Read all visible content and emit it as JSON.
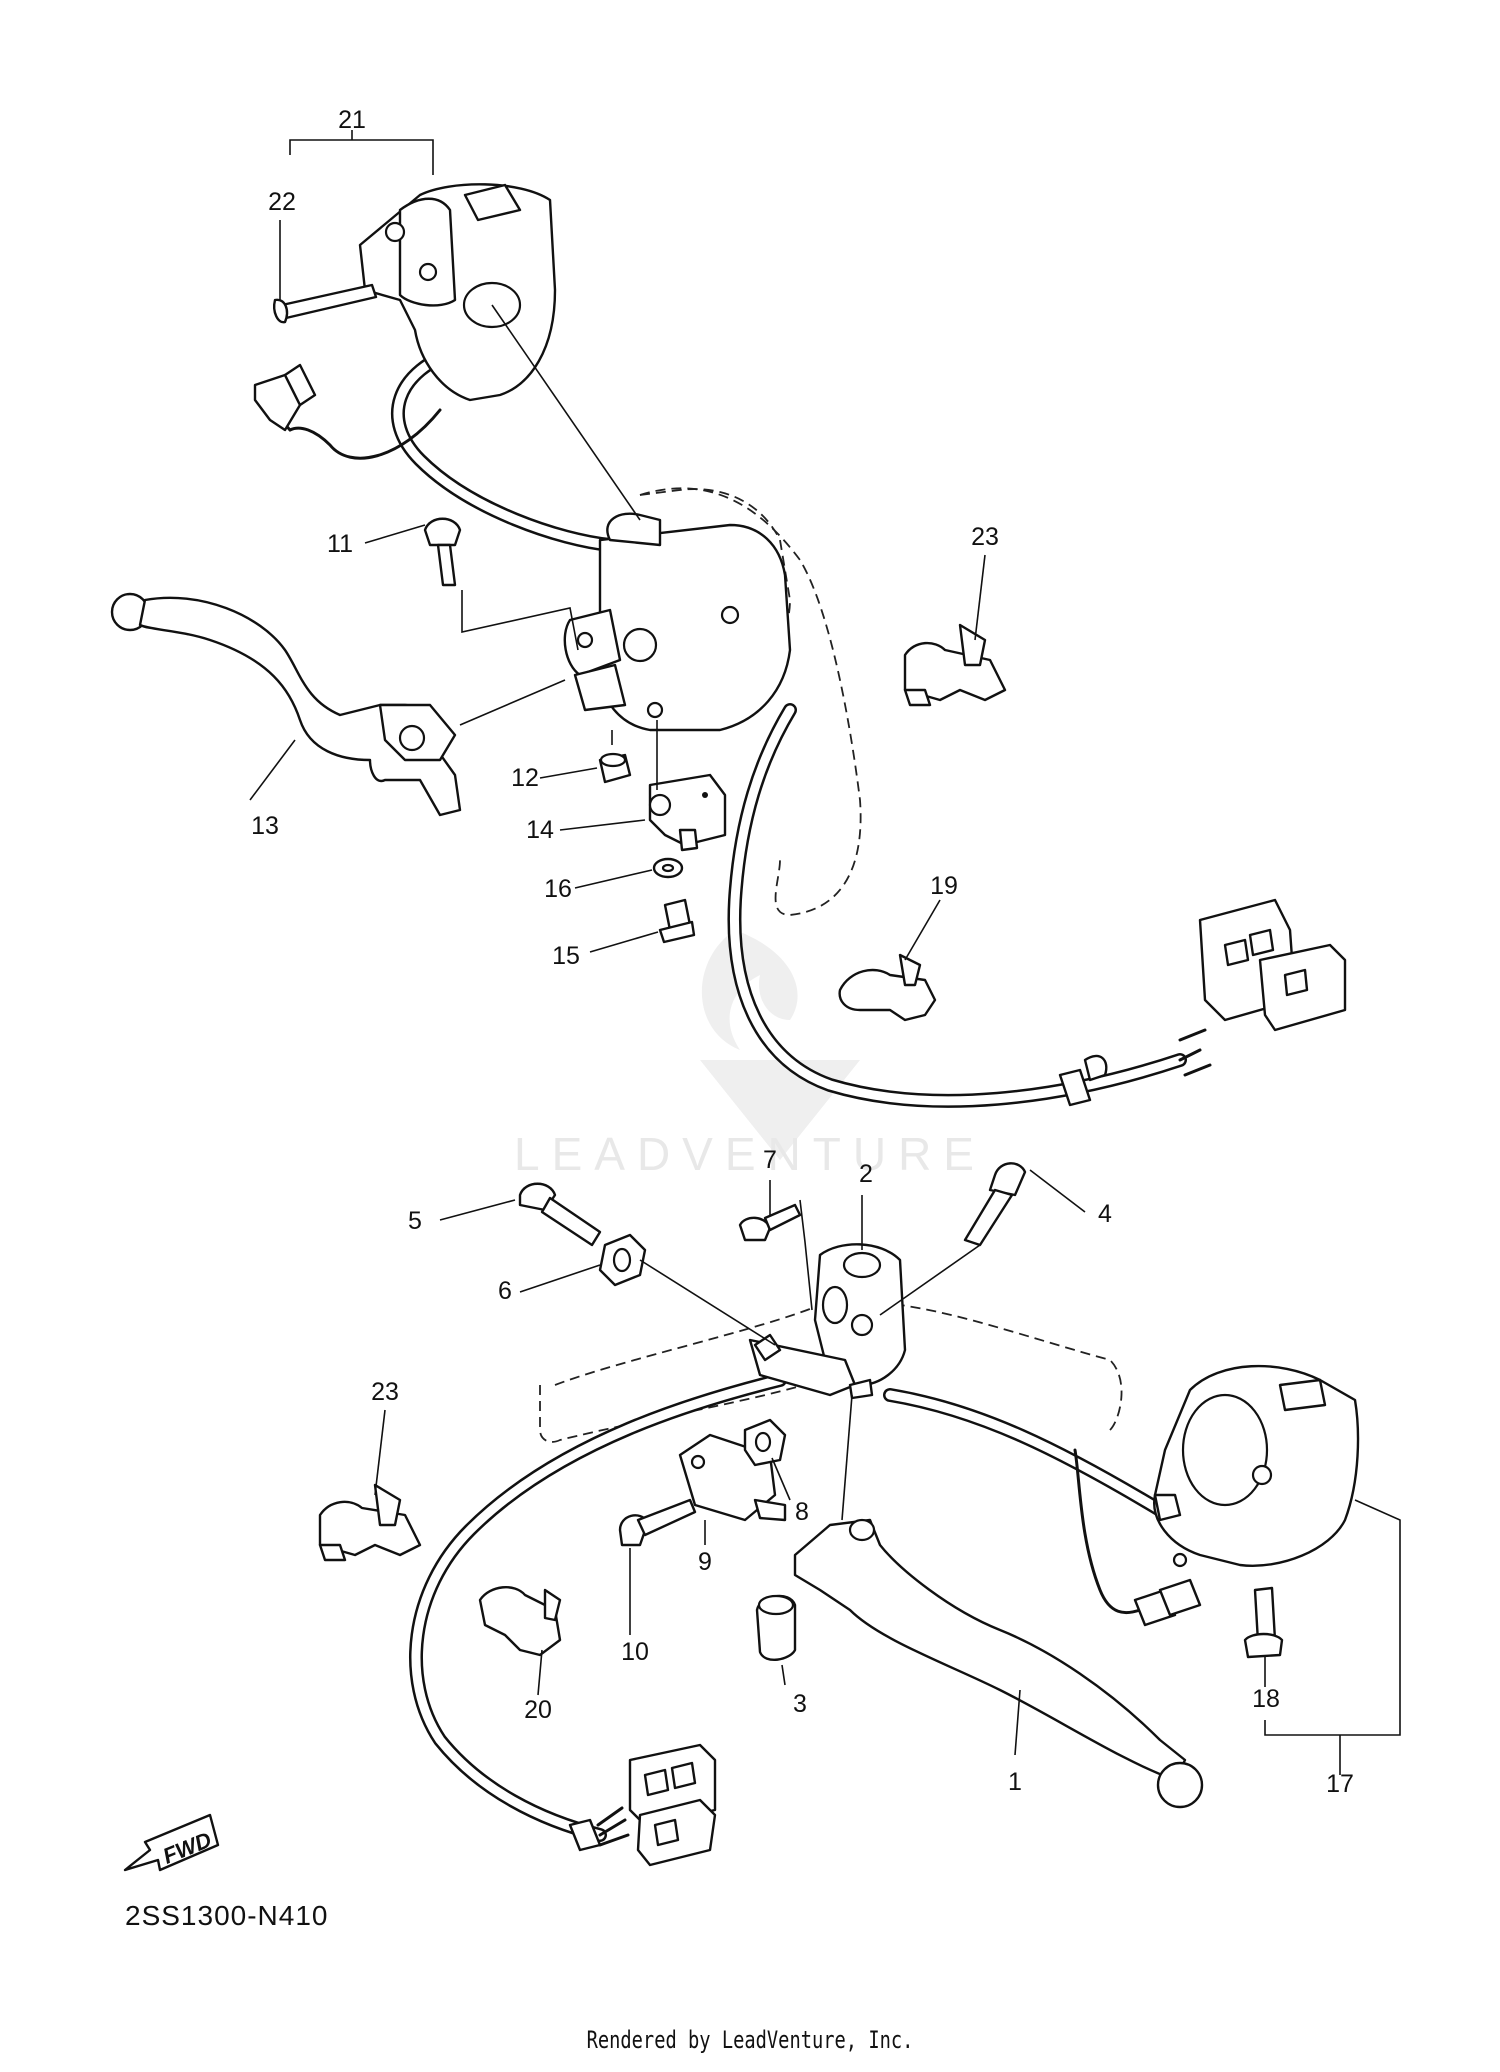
{
  "diagram": {
    "code": "2SS1300-N410",
    "footer": "Rendered by LeadVenture, Inc.",
    "watermark": "LEADVENTURE",
    "direction_badge": "FWD",
    "callouts": [
      "1",
      "2",
      "3",
      "4",
      "5",
      "6",
      "7",
      "8",
      "9",
      "10",
      "11",
      "12",
      "13",
      "14",
      "15",
      "16",
      "17",
      "18",
      "19",
      "20",
      "21",
      "22",
      "23",
      "23"
    ]
  }
}
